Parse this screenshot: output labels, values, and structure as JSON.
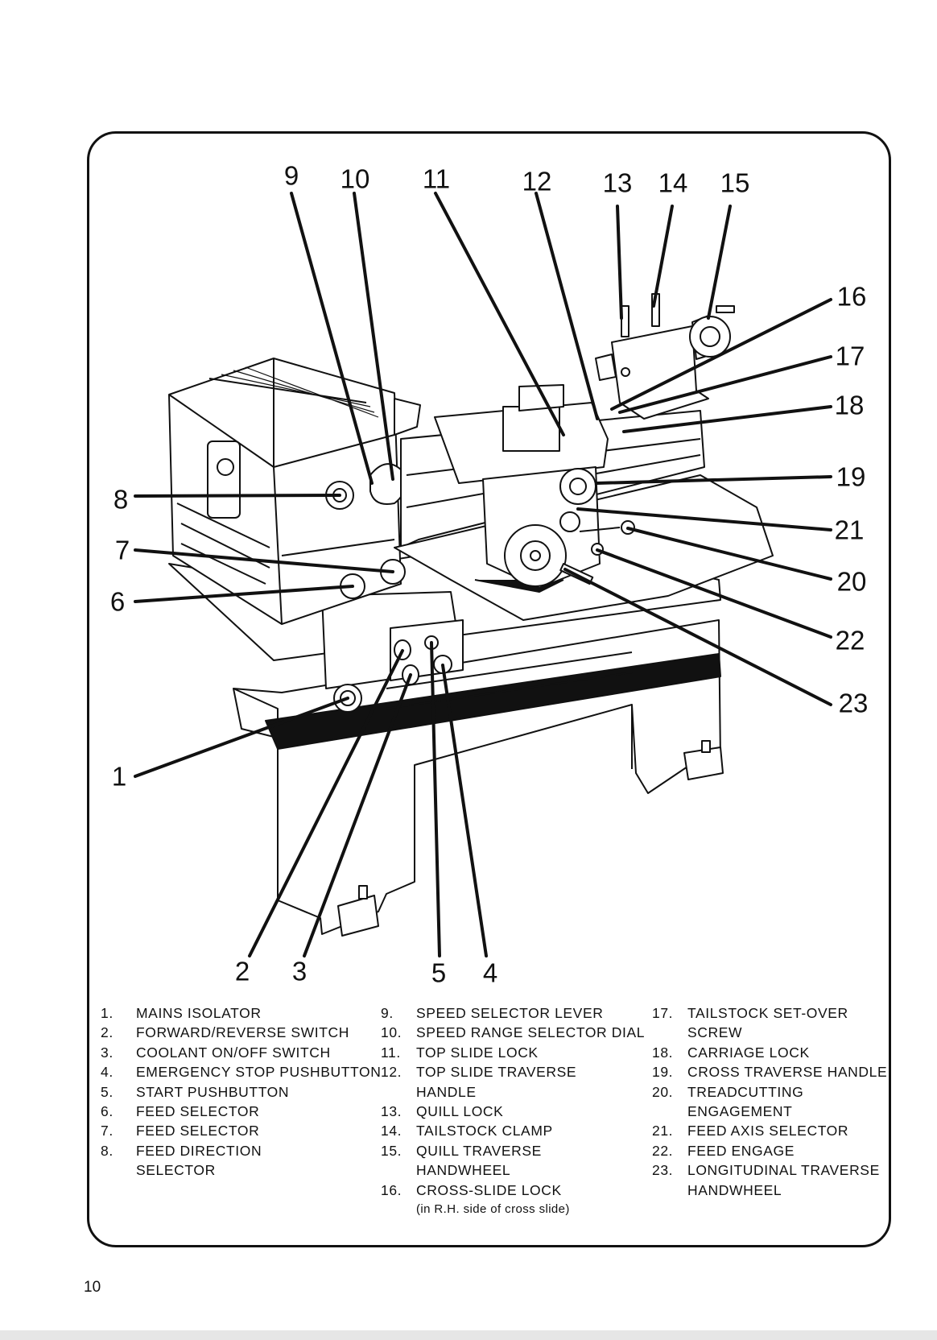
{
  "page_number": "10",
  "callouts": [
    "1",
    "2",
    "3",
    "4",
    "5",
    "6",
    "7",
    "8",
    "9",
    "10",
    "11",
    "12",
    "13",
    "14",
    "15",
    "16",
    "17",
    "18",
    "19",
    "20",
    "21",
    "22",
    "23"
  ],
  "legend": {
    "col1": [
      {
        "num": "1.",
        "lines": [
          "MAINS ISOLATOR"
        ]
      },
      {
        "num": "2.",
        "lines": [
          "FORWARD/REVERSE SWITCH"
        ]
      },
      {
        "num": "3.",
        "lines": [
          "COOLANT ON/OFF SWITCH"
        ]
      },
      {
        "num": "4.",
        "lines": [
          "EMERGENCY STOP PUSHBUTTON"
        ]
      },
      {
        "num": "5.",
        "lines": [
          "START PUSHBUTTON"
        ]
      },
      {
        "num": "6.",
        "lines": [
          "FEED SELECTOR"
        ]
      },
      {
        "num": "7.",
        "lines": [
          "FEED SELECTOR"
        ]
      },
      {
        "num": "8.",
        "lines": [
          "FEED DIRECTION",
          "SELECTOR"
        ]
      }
    ],
    "col2": [
      {
        "num": "9.",
        "lines": [
          "SPEED SELECTOR LEVER"
        ]
      },
      {
        "num": "10.",
        "lines": [
          "SPEED RANGE SELECTOR DIAL"
        ]
      },
      {
        "num": "11.",
        "lines": [
          "TOP SLIDE LOCK"
        ]
      },
      {
        "num": "12.",
        "lines": [
          "TOP SLIDE TRAVERSE",
          "HANDLE"
        ]
      },
      {
        "num": "13.",
        "lines": [
          "QUILL LOCK"
        ]
      },
      {
        "num": "14.",
        "lines": [
          "TAILSTOCK CLAMP"
        ]
      },
      {
        "num": "15.",
        "lines": [
          "QUILL TRAVERSE",
          "HANDWHEEL"
        ]
      },
      {
        "num": "16.",
        "lines": [
          "CROSS-SLIDE LOCK"
        ],
        "note": "(in R.H. side of cross slide)"
      }
    ],
    "col3": [
      {
        "num": "17.",
        "lines": [
          "TAILSTOCK SET-OVER",
          "SCREW"
        ]
      },
      {
        "num": "18.",
        "lines": [
          "CARRIAGE LOCK"
        ]
      },
      {
        "num": "19.",
        "lines": [
          "CROSS TRAVERSE HANDLE"
        ]
      },
      {
        "num": "20.",
        "lines": [
          "TREADCUTTING",
          "ENGAGEMENT"
        ]
      },
      {
        "num": "21.",
        "lines": [
          "FEED AXIS SELECTOR"
        ]
      },
      {
        "num": "22.",
        "lines": [
          "FEED ENGAGE"
        ]
      },
      {
        "num": "23.",
        "lines": [
          "LONGITUDINAL TRAVERSE",
          "HANDWHEEL"
        ]
      }
    ]
  }
}
